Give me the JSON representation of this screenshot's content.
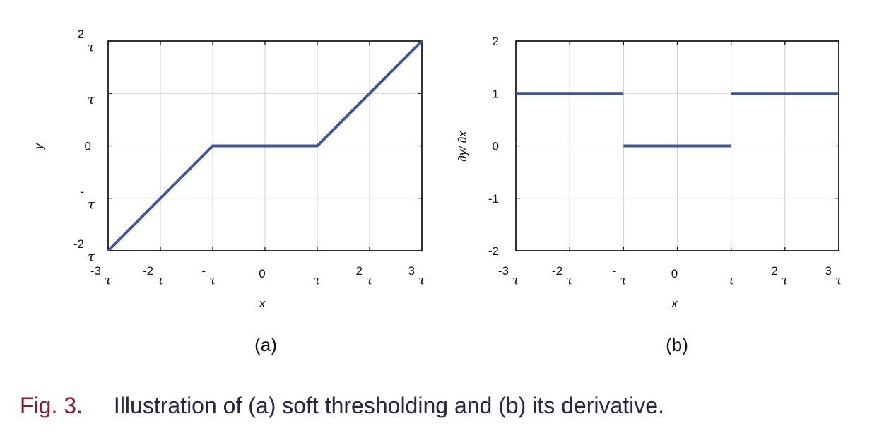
{
  "colors": {
    "line": "#3f55a0",
    "grid": "#d0d0d0",
    "caption_num": "#8b1a2b",
    "caption_text": "#2a2448"
  },
  "chart_data": [
    {
      "type": "line",
      "panel_label": "(a)",
      "xlabel": "x",
      "ylabel": "y",
      "x_unit": "τ",
      "xlim": [
        -3,
        3
      ],
      "ylim": [
        -2,
        2
      ],
      "x_ticks": [
        {
          "value": -3,
          "coef": "-3",
          "sym": "τ"
        },
        {
          "value": -2,
          "coef": "-2",
          "sym": "τ"
        },
        {
          "value": -1,
          "coef": "-",
          "sym": "τ"
        },
        {
          "value": 0,
          "coef": "0",
          "sym": ""
        },
        {
          "value": 1,
          "coef": "",
          "sym": "τ"
        },
        {
          "value": 2,
          "coef": "2",
          "sym": "τ"
        },
        {
          "value": 3,
          "coef": "3",
          "sym": "τ"
        }
      ],
      "y_ticks": [
        {
          "value": -2,
          "coef": "-2",
          "sym": "τ"
        },
        {
          "value": -1,
          "coef": "-",
          "sym": "τ"
        },
        {
          "value": 0,
          "coef": "0",
          "sym": ""
        },
        {
          "value": 1,
          "coef": "",
          "sym": "τ"
        },
        {
          "value": 2,
          "coef": "2",
          "sym": "τ"
        }
      ],
      "grid": true,
      "segments": [
        {
          "x": [
            -3,
            -1,
            1,
            3
          ],
          "y": [
            -2,
            0,
            0,
            2
          ]
        }
      ]
    },
    {
      "type": "line",
      "panel_label": "(b)",
      "xlabel": "x",
      "ylabel": "∂y/ ∂x",
      "x_unit": "τ",
      "xlim": [
        -3,
        3
      ],
      "ylim": [
        -2,
        2
      ],
      "x_ticks": [
        {
          "value": -3,
          "coef": "-3",
          "sym": "τ"
        },
        {
          "value": -2,
          "coef": "-2",
          "sym": "τ"
        },
        {
          "value": -1,
          "coef": "-",
          "sym": "τ"
        },
        {
          "value": 0,
          "coef": "0",
          "sym": ""
        },
        {
          "value": 1,
          "coef": "",
          "sym": "τ"
        },
        {
          "value": 2,
          "coef": "2",
          "sym": "τ"
        },
        {
          "value": 3,
          "coef": "3",
          "sym": "τ"
        }
      ],
      "y_ticks": [
        {
          "value": -2,
          "coef": "-2",
          "sym": ""
        },
        {
          "value": -1,
          "coef": "-1",
          "sym": ""
        },
        {
          "value": 0,
          "coef": "0",
          "sym": ""
        },
        {
          "value": 1,
          "coef": "1",
          "sym": ""
        },
        {
          "value": 2,
          "coef": "2",
          "sym": ""
        }
      ],
      "grid": true,
      "segments": [
        {
          "x": [
            -3,
            -1
          ],
          "y": [
            1,
            1
          ]
        },
        {
          "x": [
            -1,
            1
          ],
          "y": [
            0,
            0
          ]
        },
        {
          "x": [
            1,
            3
          ],
          "y": [
            1,
            1
          ]
        }
      ]
    }
  ],
  "caption": {
    "number": "Fig. 3.",
    "text": "Illustration of (a) soft thresholding and (b) its derivative."
  }
}
